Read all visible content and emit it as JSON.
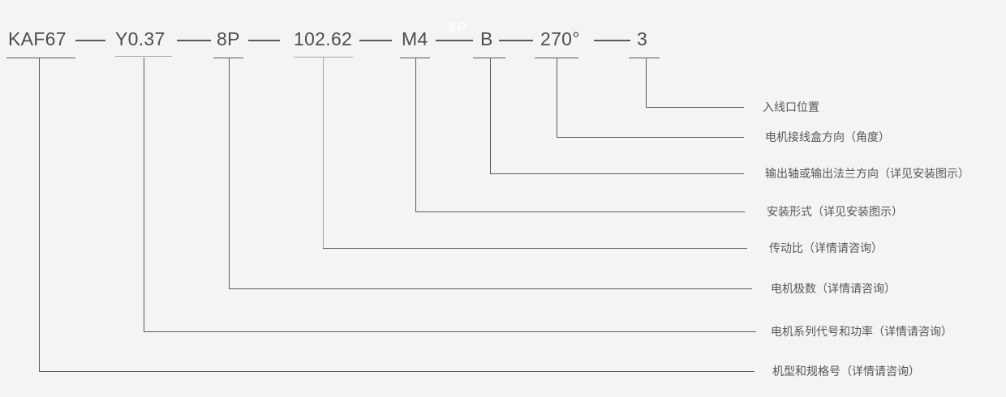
{
  "diagram": {
    "codes": [
      {
        "code": "KAF67",
        "label": "机型和规格号（详情请咨询）"
      },
      {
        "code": "Y0.37",
        "label": "电机系列代号和功率（详情请咨询）"
      },
      {
        "code": "8P",
        "label": "电机极数（详情请咨询）"
      },
      {
        "code": "102.62",
        "label": "传动比（详情请咨询）"
      },
      {
        "code": "M4",
        "label": "安装形式（详见安装图示）"
      },
      {
        "code": "B",
        "label": "输出轴或输出法兰方向（详见安装图示）"
      },
      {
        "code": "270°",
        "label": "电机接线盒方向（角度）"
      },
      {
        "code": "3",
        "label": "入线口位置"
      }
    ],
    "watermark": "6P",
    "colors": {
      "background": "#f4f4f3",
      "line": "#5a5a5c",
      "line_light": "#a6a6a4",
      "code_text": "#4c4d4f",
      "label_text": "#565659"
    }
  }
}
